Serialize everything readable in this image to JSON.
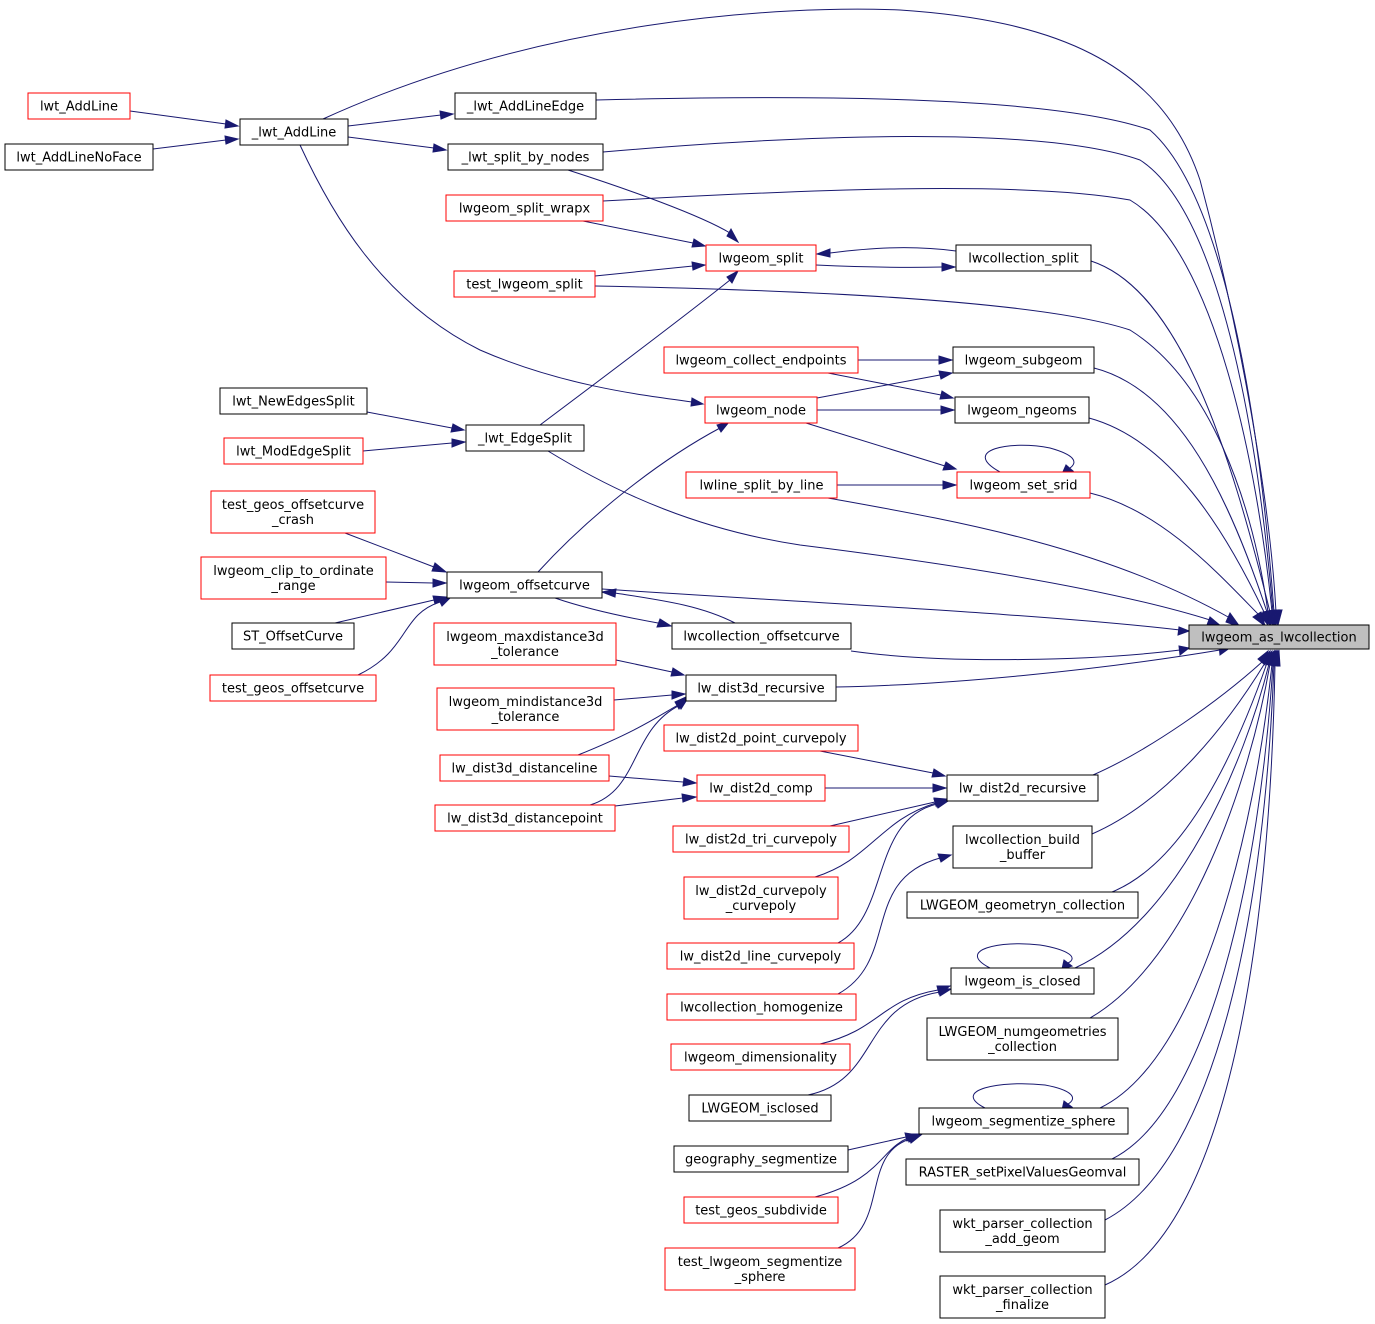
{
  "colors": {
    "edge": "#191970",
    "border_normal": "#000000",
    "border_truncated": "#ff0000",
    "fill_root": "#bfbfbf",
    "fill": "#ffffff"
  },
  "nodes": [
    {
      "id": "root",
      "lines": [
        "lwgeom_as_lwcollection"
      ],
      "style": "root"
    },
    {
      "id": "lwt_AddLine",
      "lines": [
        "lwt_AddLine"
      ],
      "style": "truncated"
    },
    {
      "id": "lwt_AddLineNoFace",
      "lines": [
        "lwt_AddLineNoFace"
      ],
      "style": "normal"
    },
    {
      "id": "_lwt_AddLine",
      "lines": [
        "_lwt_AddLine"
      ],
      "style": "normal"
    },
    {
      "id": "_lwt_AddLineEdge",
      "lines": [
        "_lwt_AddLineEdge"
      ],
      "style": "normal"
    },
    {
      "id": "_lwt_split_by_nodes",
      "lines": [
        "_lwt_split_by_nodes"
      ],
      "style": "normal"
    },
    {
      "id": "lwgeom_split_wrapx",
      "lines": [
        "lwgeom_split_wrapx"
      ],
      "style": "truncated"
    },
    {
      "id": "lwgeom_split",
      "lines": [
        "lwgeom_split"
      ],
      "style": "truncated"
    },
    {
      "id": "lwcollection_split",
      "lines": [
        "lwcollection_split"
      ],
      "style": "normal"
    },
    {
      "id": "test_lwgeom_split",
      "lines": [
        "test_lwgeom_split"
      ],
      "style": "truncated"
    },
    {
      "id": "lwgeom_collect_endpoints",
      "lines": [
        "lwgeom_collect_endpoints"
      ],
      "style": "truncated"
    },
    {
      "id": "lwgeom_subgeom",
      "lines": [
        "lwgeom_subgeom"
      ],
      "style": "normal"
    },
    {
      "id": "lwt_NewEdgesSplit",
      "lines": [
        "lwt_NewEdgesSplit"
      ],
      "style": "normal"
    },
    {
      "id": "lwgeom_node",
      "lines": [
        "lwgeom_node"
      ],
      "style": "truncated"
    },
    {
      "id": "lwgeom_ngeoms",
      "lines": [
        "lwgeom_ngeoms"
      ],
      "style": "normal"
    },
    {
      "id": "lwt_ModEdgeSplit",
      "lines": [
        "lwt_ModEdgeSplit"
      ],
      "style": "truncated"
    },
    {
      "id": "_lwt_EdgeSplit",
      "lines": [
        "_lwt_EdgeSplit"
      ],
      "style": "normal"
    },
    {
      "id": "lwline_split_by_line",
      "lines": [
        "lwline_split_by_line"
      ],
      "style": "truncated"
    },
    {
      "id": "lwgeom_set_srid",
      "lines": [
        "lwgeom_set_srid"
      ],
      "style": "truncated"
    },
    {
      "id": "test_geos_offsetcurve_crash",
      "lines": [
        "test_geos_offsetcurve",
        "_crash"
      ],
      "style": "truncated"
    },
    {
      "id": "lwgeom_clip_to_ordinate_range",
      "lines": [
        "lwgeom_clip_to_ordinate",
        "_range"
      ],
      "style": "truncated"
    },
    {
      "id": "lwgeom_offsetcurve",
      "lines": [
        "lwgeom_offsetcurve"
      ],
      "style": "normal"
    },
    {
      "id": "ST_OffsetCurve",
      "lines": [
        "ST_OffsetCurve"
      ],
      "style": "normal"
    },
    {
      "id": "lwcollection_offsetcurve",
      "lines": [
        "lwcollection_offsetcurve"
      ],
      "style": "normal"
    },
    {
      "id": "lwgeom_maxdistance3d_tolerance",
      "lines": [
        "lwgeom_maxdistance3d",
        "_tolerance"
      ],
      "style": "truncated"
    },
    {
      "id": "test_geos_offsetcurve",
      "lines": [
        "test_geos_offsetcurve"
      ],
      "style": "truncated"
    },
    {
      "id": "lw_dist3d_recursive",
      "lines": [
        "lw_dist3d_recursive"
      ],
      "style": "normal"
    },
    {
      "id": "lwgeom_mindistance3d_tolerance",
      "lines": [
        "lwgeom_mindistance3d",
        "_tolerance"
      ],
      "style": "truncated"
    },
    {
      "id": "lw_dist2d_point_curvepoly",
      "lines": [
        "lw_dist2d_point_curvepoly"
      ],
      "style": "truncated"
    },
    {
      "id": "lw_dist3d_distanceline",
      "lines": [
        "lw_dist3d_distanceline"
      ],
      "style": "truncated"
    },
    {
      "id": "lw_dist2d_comp",
      "lines": [
        "lw_dist2d_comp"
      ],
      "style": "truncated"
    },
    {
      "id": "lw_dist2d_recursive",
      "lines": [
        "lw_dist2d_recursive"
      ],
      "style": "normal"
    },
    {
      "id": "lw_dist3d_distancepoint",
      "lines": [
        "lw_dist3d_distancepoint"
      ],
      "style": "truncated"
    },
    {
      "id": "lw_dist2d_tri_curvepoly",
      "lines": [
        "lw_dist2d_tri_curvepoly"
      ],
      "style": "truncated"
    },
    {
      "id": "lwcollection_build_buffer",
      "lines": [
        "lwcollection_build",
        "_buffer"
      ],
      "style": "normal"
    },
    {
      "id": "lw_dist2d_curvepoly_curvepoly",
      "lines": [
        "lw_dist2d_curvepoly",
        "_curvepoly"
      ],
      "style": "truncated"
    },
    {
      "id": "LWGEOM_geometryn_collection",
      "lines": [
        "LWGEOM_geometryn_collection"
      ],
      "style": "normal"
    },
    {
      "id": "lw_dist2d_line_curvepoly",
      "lines": [
        "lw_dist2d_line_curvepoly"
      ],
      "style": "truncated"
    },
    {
      "id": "lwgeom_is_closed",
      "lines": [
        "lwgeom_is_closed"
      ],
      "style": "normal"
    },
    {
      "id": "lwcollection_homogenize",
      "lines": [
        "lwcollection_homogenize"
      ],
      "style": "truncated"
    },
    {
      "id": "LWGEOM_numgeometries_collection",
      "lines": [
        "LWGEOM_numgeometries",
        "_collection"
      ],
      "style": "normal"
    },
    {
      "id": "lwgeom_dimensionality",
      "lines": [
        "lwgeom_dimensionality"
      ],
      "style": "truncated"
    },
    {
      "id": "LWGEOM_isclosed",
      "lines": [
        "LWGEOM_isclosed"
      ],
      "style": "normal"
    },
    {
      "id": "lwgeom_segmentize_sphere",
      "lines": [
        "lwgeom_segmentize_sphere"
      ],
      "style": "normal"
    },
    {
      "id": "geography_segmentize",
      "lines": [
        "geography_segmentize"
      ],
      "style": "normal"
    },
    {
      "id": "RASTER_setPixelValuesGeomval",
      "lines": [
        "RASTER_setPixelValuesGeomval"
      ],
      "style": "normal"
    },
    {
      "id": "test_geos_subdivide",
      "lines": [
        "test_geos_subdivide"
      ],
      "style": "truncated"
    },
    {
      "id": "wkt_parser_collection_add_geom",
      "lines": [
        "wkt_parser_collection",
        "_add_geom"
      ],
      "style": "normal"
    },
    {
      "id": "test_lwgeom_segmentize_sphere",
      "lines": [
        "test_lwgeom_segmentize",
        "_sphere"
      ],
      "style": "truncated"
    },
    {
      "id": "wkt_parser_collection_finalize",
      "lines": [
        "wkt_parser_collection",
        "_finalize"
      ],
      "style": "normal"
    }
  ]
}
